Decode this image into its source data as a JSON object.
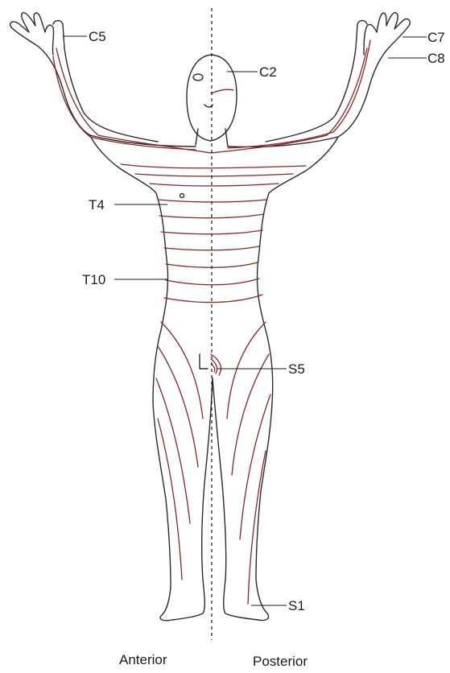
{
  "labels": {
    "c5": "C5",
    "c2": "C2",
    "c7": "C7",
    "c8": "C8",
    "t4": "T4",
    "t10": "T10",
    "s5": "S5",
    "s1": "S1"
  },
  "views": {
    "anterior": "Anterior",
    "posterior": "Posterior"
  },
  "colors": {
    "dermatome_line": "#8e2323",
    "outline": "#2a2a2a",
    "perineal_highlight": "#d98a5a"
  }
}
